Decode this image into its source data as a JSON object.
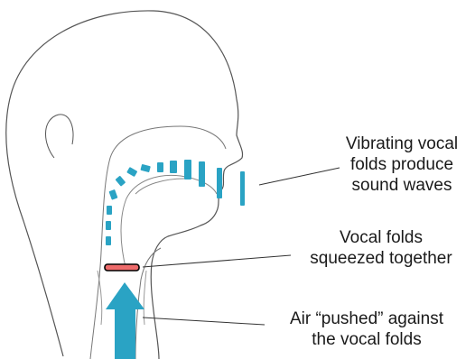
{
  "colors": {
    "wave": "#2aa3c4",
    "vocal_folds": "#ee6b6b",
    "outline": "#555555",
    "leader": "#333333"
  },
  "labels": {
    "sound_waves": [
      "Vibrating vocal",
      "folds produce",
      "sound waves"
    ],
    "vocal_folds": [
      "Vocal folds",
      "squeezed together"
    ],
    "air": [
      "Air “pushed” against",
      "the vocal folds"
    ]
  }
}
